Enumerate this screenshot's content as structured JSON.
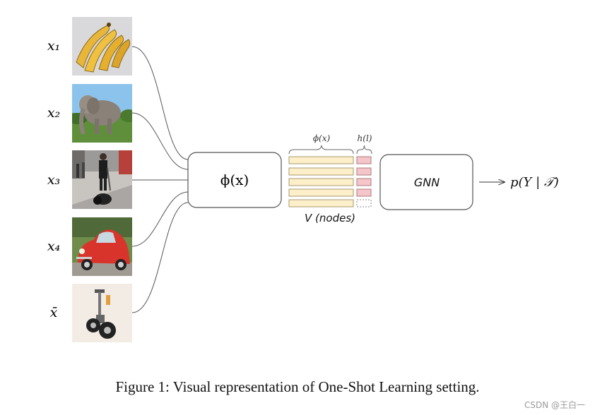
{
  "inputs": [
    {
      "label": "x₁",
      "image": "bananas-image"
    },
    {
      "label": "x₂",
      "image": "elephant-image"
    },
    {
      "label": "x₃",
      "image": "segway-rider-image"
    },
    {
      "label": "x₄",
      "image": "red-beetle-car-image"
    },
    {
      "label": "x̄",
      "image": "segway-image"
    }
  ],
  "embedding_box": {
    "label": "ϕ(x)"
  },
  "node_features": {
    "phi_label": "ϕ(x)",
    "h_label": "h(l)",
    "caption": "V (nodes)"
  },
  "gnn_box": {
    "label": "GNN"
  },
  "output": {
    "label": "p(Y | 𝒯)"
  },
  "figure_caption": "Figure 1: Visual representation of One-Shot Learning setting.",
  "watermark": "CSDN @王白一",
  "colors": {
    "feature_bar": "#fcefc9",
    "feature_bar_border": "#a89a70",
    "label_cell": "#f4c6c9",
    "label_cell_border": "#b07a7e",
    "box_border": "#555555",
    "connector": "#555555"
  }
}
